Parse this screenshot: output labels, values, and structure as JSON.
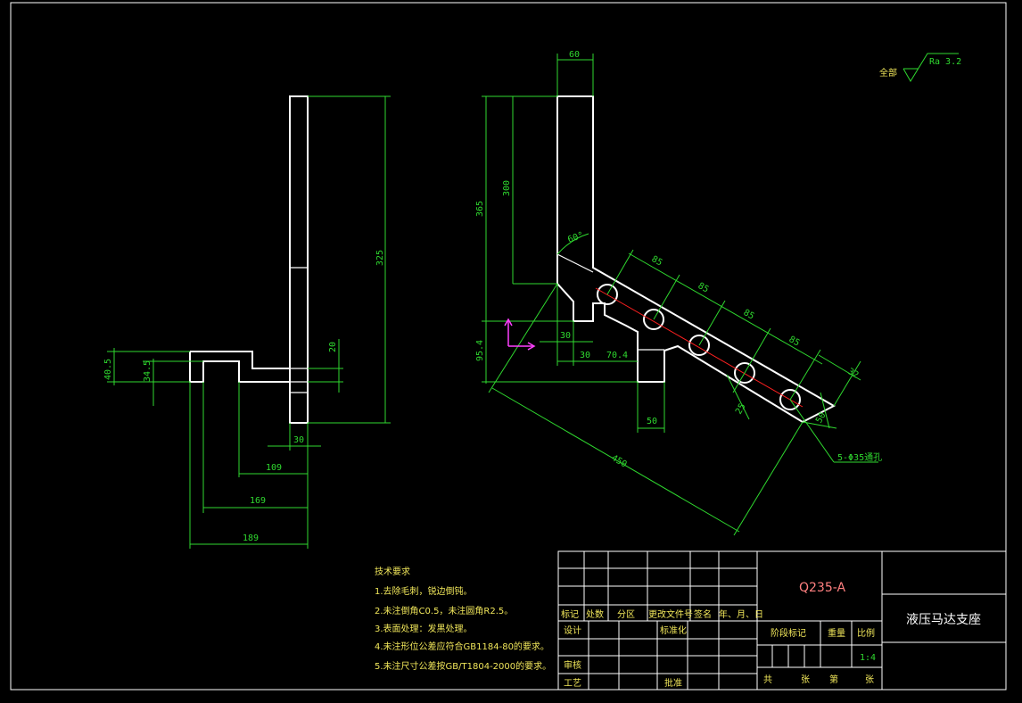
{
  "dimensions": {
    "d60": "60",
    "d365": "365",
    "d300": "300",
    "d325": "325",
    "d95_4": "95.4",
    "d30_a": "30",
    "d30_b": "30",
    "d70_4": "70.4",
    "d50_a": "50",
    "d85_1": "85",
    "d85_2": "85",
    "d85_3": "85",
    "d85_4": "85",
    "d32": "32",
    "d25": "25",
    "d50_b": "50",
    "d450": "450",
    "angle": "60°",
    "d20": "20",
    "d40_5": "40.5",
    "d34_5": "34.5",
    "d30_c": "30",
    "d109": "109",
    "d169": "169",
    "d189": "189",
    "holes": "5-Φ35通孔"
  },
  "roughness": {
    "label": "全部",
    "value": "Ra 3.2"
  },
  "tech": {
    "title": "技术要求",
    "items": [
      "1.去除毛刺，锐边倒钝。",
      "2.未注倒角C0.5，未注圆角R2.5。",
      "3.表面处理：发黑处理。",
      "4.未注形位公差应符合GB1184-80的要求。",
      "5.未注尺寸公差按GB/T1804-2000的要求。"
    ]
  },
  "title_block": {
    "material": "Q235-A",
    "part_name": "液压马达支座",
    "row_labels": [
      "标记",
      "处数",
      "分区",
      "更改文件号",
      "签名",
      "年、月、日"
    ],
    "design": "设计",
    "standard": "标准化",
    "review": "审核",
    "process": "工艺",
    "approve": "批准",
    "stage": "阶段标记",
    "weight": "重量",
    "scale_label": "比例",
    "scale_value": "1:4",
    "total": "共",
    "sheet1": "张",
    "page": "第",
    "sheet2": "张"
  }
}
